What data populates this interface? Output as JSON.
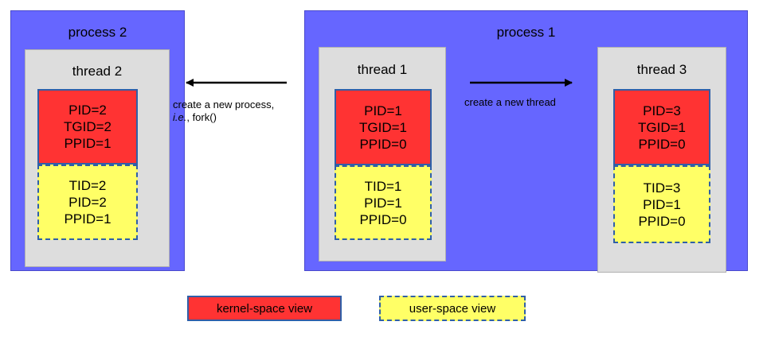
{
  "processes": [
    {
      "title": "process 2"
    },
    {
      "title": "process 1"
    }
  ],
  "threads": [
    {
      "title": "thread 2",
      "kernel": [
        "PID=2",
        "TGID=2",
        "PPID=1"
      ],
      "user": [
        "TID=2",
        "PID=2",
        "PPID=1"
      ]
    },
    {
      "title": "thread 1",
      "kernel": [
        "PID=1",
        "TGID=1",
        "PPID=0"
      ],
      "user": [
        "TID=1",
        "PID=1",
        "PPID=0"
      ]
    },
    {
      "title": "thread 3",
      "kernel": [
        "PID=3",
        "TGID=1",
        "PPID=0"
      ],
      "user": [
        "TID=3",
        "PID=1",
        "PPID=0"
      ]
    }
  ],
  "arrows": {
    "fork_label_line1": "create a new process,",
    "fork_label_ie": "i.e.",
    "fork_label_rest": ", fork()",
    "thread_label": "create a new thread"
  },
  "legend": {
    "kernel": "kernel-space view",
    "user": "user-space view"
  },
  "colors": {
    "process_bg": "#6666ff",
    "thread_bg": "#dddddd",
    "kernel_bg": "#ff3333",
    "user_bg": "#ffff66",
    "border": "#2f5fa8"
  }
}
